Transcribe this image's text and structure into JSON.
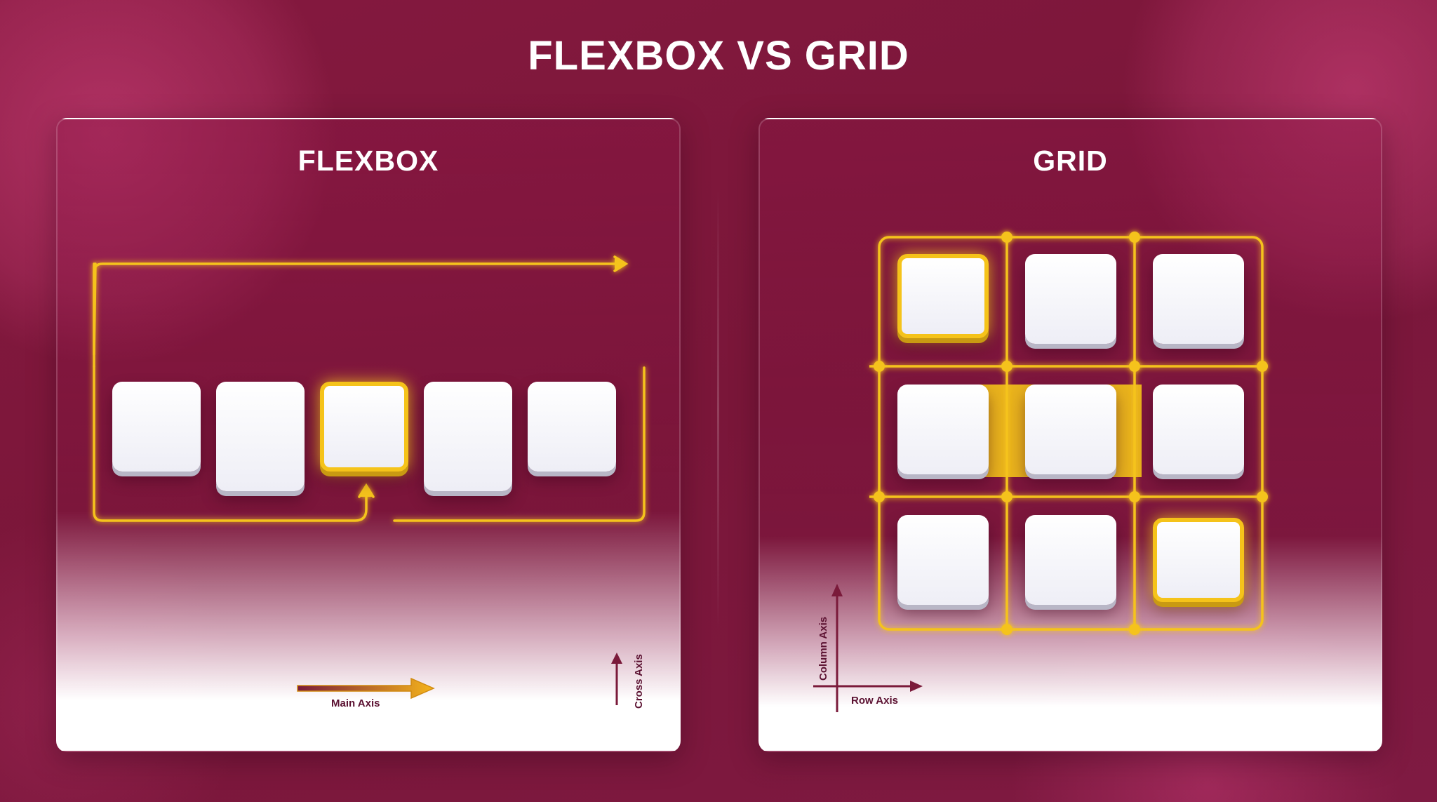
{
  "title": "FLEXBOX VS GRID",
  "flexbox": {
    "heading": "FLEXBOX",
    "items": [
      {
        "highlighted": false
      },
      {
        "highlighted": false
      },
      {
        "highlighted": true
      },
      {
        "highlighted": false
      },
      {
        "highlighted": false
      }
    ],
    "main_axis_label": "Main Axis",
    "cross_axis_label": "Cross Axis"
  },
  "grid": {
    "heading": "GRID",
    "rows": 3,
    "columns": 3,
    "highlighted_cells": [
      1,
      9
    ],
    "row_axis_label": "Row Axis",
    "column_axis_label": "Column Axis"
  },
  "colors": {
    "background": "#7e1840",
    "accent": "#f5c31a",
    "tile": "#f2f2f8",
    "axis_arrow": "#7a1a3a"
  }
}
